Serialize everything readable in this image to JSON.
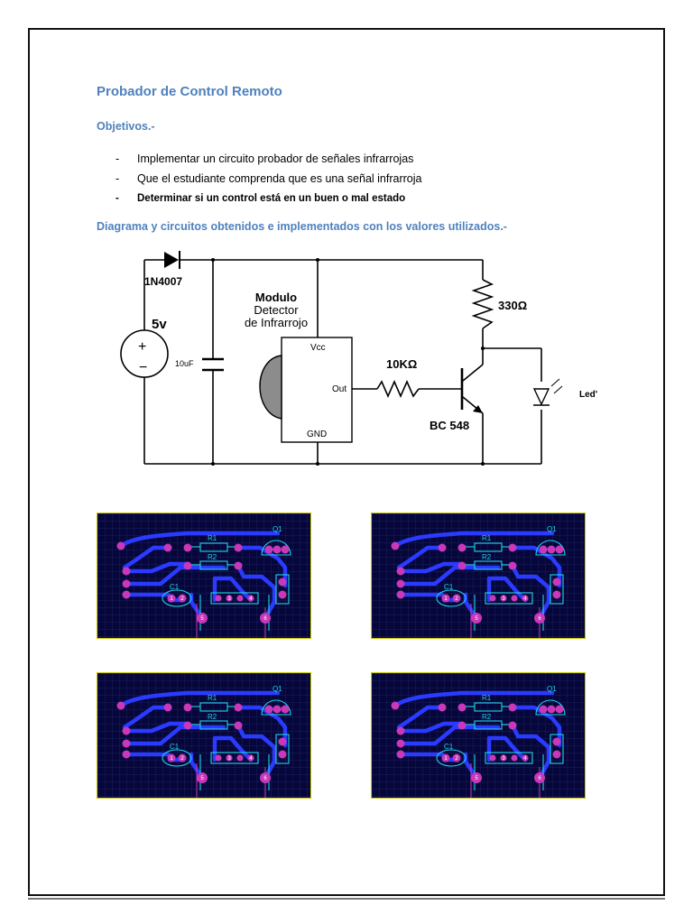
{
  "document": {
    "title": "Probador de Control Remoto",
    "objectives_heading": "Objetivos.-",
    "objectives": [
      "Implementar un circuito probador de señales infrarrojas",
      "Que el estudiante comprenda que es una señal infrarroja",
      "Determinar si un control está en un buen o mal estado"
    ],
    "diagram_heading": "Diagrama y circuitos obtenidos e implementados con los valores utilizados.-"
  },
  "schematic": {
    "diode": "1N4007",
    "source_voltage": "5v",
    "plus": "+",
    "minus": "−",
    "capacitor": "10uF",
    "module_title": [
      "Modulo",
      "Detector",
      "de Infrarrojo"
    ],
    "pin_vcc": "Vcc",
    "pin_out": "Out",
    "pin_gnd": "GND",
    "r_base": "10KΩ",
    "r_collector": "330Ω",
    "transistor": "BC 548",
    "led": "Led'"
  },
  "pcb": {
    "labels": {
      "r1": "R1",
      "r2": "R2",
      "c1": "C1",
      "q1": "Q1"
    },
    "pads": {
      "p1": "1",
      "p2": "2",
      "p3": "3",
      "p4": "4",
      "p5": "5",
      "p6": "6"
    },
    "colors": {
      "board": "#06063a",
      "grid": "#1c2a6a",
      "trace": "#2a3bff",
      "pad": "#c838b8",
      "silk": "#1fd4e6",
      "border": "#c8c400"
    }
  }
}
